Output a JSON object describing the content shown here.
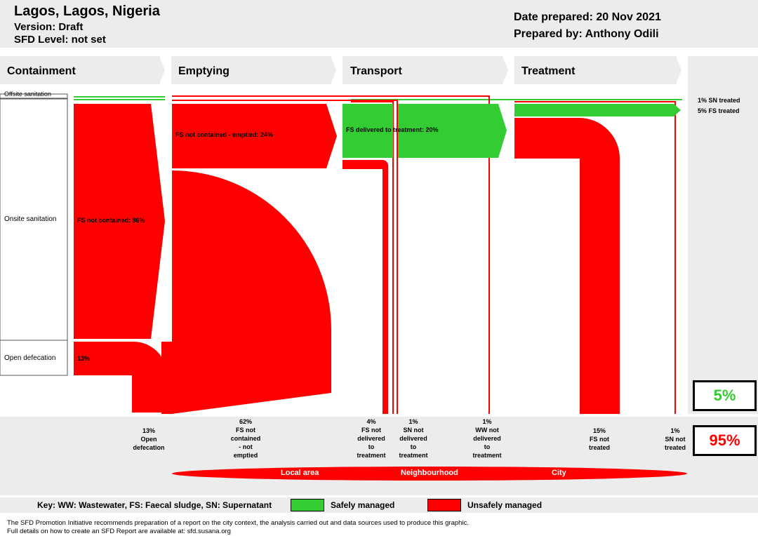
{
  "header": {
    "title": "Lagos, Lagos, Nigeria",
    "version": "Version: Draft",
    "sfd_level": "SFD Level: not set",
    "date_prepared": "Date prepared: 20 Nov 2021",
    "prepared_by": "Prepared by: Anthony Odili"
  },
  "stages": [
    "Containment",
    "Emptying",
    "Transport",
    "Treatment"
  ],
  "rows": {
    "offsite": "Offsite sanitation",
    "onsite": "Onsite sanitation",
    "open": "Open defecation"
  },
  "flows": {
    "fs_not_contained": "FS not contained: 86%",
    "fs_not_contained_emptied": "FS not contained - emptied: 24%",
    "fs_delivered": "FS delivered to treatment: 20%",
    "open_def": "13%",
    "sn_treated": "1% SN treated",
    "fs_treated": "5% FS treated"
  },
  "outcomes": {
    "od": [
      "13%",
      "Open",
      "defecation"
    ],
    "fs_not_emptied": [
      "62%",
      "FS not",
      "contained",
      "- not",
      "emptied"
    ],
    "fs_not_delivered": [
      "4%",
      "FS not",
      "delivered",
      "to",
      "treatment"
    ],
    "sn_not_delivered": [
      "1%",
      "SN not",
      "delivered",
      "to",
      "treatment"
    ],
    "ww_not_delivered": [
      "1%",
      "WW not",
      "delivered",
      "to",
      "treatment"
    ],
    "fs_not_treated": [
      "15%",
      "FS not",
      "treated"
    ],
    "sn_not_treated": [
      "1%",
      "SN not",
      "treated"
    ]
  },
  "scale": {
    "local": "Local area",
    "neighbourhood": "Neighbourhood",
    "city": "City"
  },
  "totals": {
    "safe": "5%",
    "unsafe": "95%",
    "safe_color": "#33cc33",
    "unsafe_color": "#ff0000"
  },
  "key": {
    "text": "Key: WW: Wastewater, FS: Faecal sludge, SN: Supernatant",
    "safe": "Safely managed",
    "unsafe": "Unsafely managed"
  },
  "footer": {
    "line1": "The SFD Promotion Initiative recommends preparation of a report on the city context, the analysis carried out and data sources used to produce this graphic.",
    "line2": "Full details on how to create an SFD Report are available at: sfd.susana.org"
  }
}
